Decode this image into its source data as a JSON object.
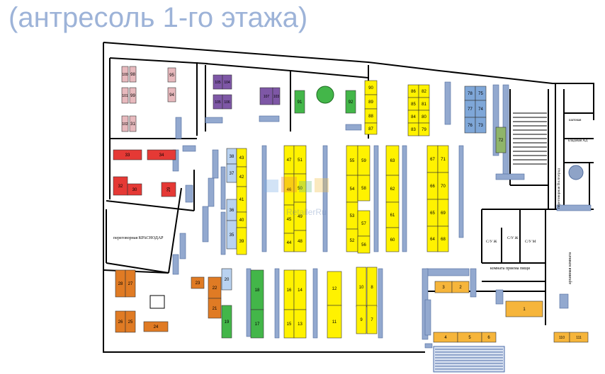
{
  "title": "(антресоль 1-го этажа)",
  "watermark": "RetailerRu",
  "colors": {
    "red": "#e53935",
    "pink": "#e7b9bd",
    "grey": "#c4c4c4",
    "purple": "#7e57a6",
    "green": "#43b649",
    "yellow": "#fff200",
    "orange": "#e07b24",
    "blue": "#7fa7d8",
    "lightblue": "#b9d2f0",
    "steel": "#8ea3c7",
    "gold": "#f6b53b",
    "olive": "#8fb56a",
    "wall": "#000000"
  },
  "rooms": {
    "krasnodar": "переговорная КРАСНОДАР",
    "volgograd": "переговорная Волгоград",
    "shtatovaya": "шатовая",
    "kladovaya": "кладовая АД",
    "su_zh": "С/У Ж",
    "su_zh2": "С/У Ж",
    "su_m": "С/У М",
    "food_room": "комната приема пищи",
    "archive": "архивная комната"
  },
  "desks": [
    {
      "label": "100",
      "color": "pink"
    },
    {
      "label": "98",
      "color": "pink"
    },
    {
      "label": "101",
      "color": "pink"
    },
    {
      "label": "99",
      "color": "pink"
    },
    {
      "label": "102",
      "color": "pink"
    },
    {
      "label": "31",
      "color": "pink"
    },
    {
      "label": "95",
      "color": "pink"
    },
    {
      "label": "94",
      "color": "pink"
    },
    {
      "label": "33",
      "color": "red"
    },
    {
      "label": "34",
      "color": "red"
    },
    {
      "label": "32",
      "color": "red"
    },
    {
      "label": "30",
      "color": "red"
    },
    {
      "label": "29",
      "color": "red"
    },
    {
      "label": "105",
      "color": "purple"
    },
    {
      "label": "104",
      "color": "purple"
    },
    {
      "label": "105",
      "color": "purple"
    },
    {
      "label": "106",
      "color": "purple"
    },
    {
      "label": "107",
      "color": "purple"
    },
    {
      "label": "103",
      "color": "purple"
    },
    {
      "label": "91",
      "color": "green"
    },
    {
      "label": "92",
      "color": "green"
    },
    {
      "label": "90",
      "color": "yellow"
    },
    {
      "label": "89",
      "color": "yellow"
    },
    {
      "label": "88",
      "color": "yellow"
    },
    {
      "label": "87",
      "color": "yellow"
    },
    {
      "label": "86",
      "color": "yellow"
    },
    {
      "label": "82",
      "color": "yellow"
    },
    {
      "label": "85",
      "color": "yellow"
    },
    {
      "label": "81",
      "color": "yellow"
    },
    {
      "label": "84",
      "color": "yellow"
    },
    {
      "label": "80",
      "color": "yellow"
    },
    {
      "label": "83",
      "color": "yellow"
    },
    {
      "label": "79",
      "color": "yellow"
    },
    {
      "label": "78",
      "color": "blue"
    },
    {
      "label": "75",
      "color": "blue"
    },
    {
      "label": "77",
      "color": "blue"
    },
    {
      "label": "74",
      "color": "blue"
    },
    {
      "label": "76",
      "color": "blue"
    },
    {
      "label": "73",
      "color": "blue"
    },
    {
      "label": "72",
      "color": "olive"
    },
    {
      "label": "38",
      "color": "lightblue"
    },
    {
      "label": "43",
      "color": "yellow"
    },
    {
      "label": "37",
      "color": "lightblue"
    },
    {
      "label": "42",
      "color": "yellow"
    },
    {
      "label": "41",
      "color": "yellow"
    },
    {
      "label": "36",
      "color": "lightblue"
    },
    {
      "label": "40",
      "color": "yellow"
    },
    {
      "label": "35",
      "color": "lightblue"
    },
    {
      "label": "39",
      "color": "yellow"
    },
    {
      "label": "47",
      "color": "yellow"
    },
    {
      "label": "51",
      "color": "yellow"
    },
    {
      "label": "46",
      "color": "yellow"
    },
    {
      "label": "50",
      "color": "yellow"
    },
    {
      "label": "45",
      "color": "yellow"
    },
    {
      "label": "49",
      "color": "yellow"
    },
    {
      "label": "44",
      "color": "yellow"
    },
    {
      "label": "48",
      "color": "yellow"
    },
    {
      "label": "55",
      "color": "yellow"
    },
    {
      "label": "59",
      "color": "yellow"
    },
    {
      "label": "54",
      "color": "yellow"
    },
    {
      "label": "58",
      "color": "yellow"
    },
    {
      "label": "53",
      "color": "yellow"
    },
    {
      "label": "57",
      "color": "yellow"
    },
    {
      "label": "52",
      "color": "yellow"
    },
    {
      "label": "56",
      "color": "yellow"
    },
    {
      "label": "63",
      "color": "yellow"
    },
    {
      "label": "62",
      "color": "yellow"
    },
    {
      "label": "61",
      "color": "yellow"
    },
    {
      "label": "60",
      "color": "yellow"
    },
    {
      "label": "67",
      "color": "yellow"
    },
    {
      "label": "71",
      "color": "yellow"
    },
    {
      "label": "66",
      "color": "yellow"
    },
    {
      "label": "70",
      "color": "yellow"
    },
    {
      "label": "65",
      "color": "yellow"
    },
    {
      "label": "69",
      "color": "yellow"
    },
    {
      "label": "64",
      "color": "yellow"
    },
    {
      "label": "68",
      "color": "yellow"
    },
    {
      "label": "28",
      "color": "orange"
    },
    {
      "label": "27",
      "color": "orange"
    },
    {
      "label": "26",
      "color": "orange"
    },
    {
      "label": "25",
      "color": "orange"
    },
    {
      "label": "24",
      "color": "orange"
    },
    {
      "label": "23",
      "color": "orange"
    },
    {
      "label": "22",
      "color": "orange"
    },
    {
      "label": "21",
      "color": "orange"
    },
    {
      "label": "20",
      "color": "lightblue"
    },
    {
      "label": "19",
      "color": "green"
    },
    {
      "label": "18",
      "color": "green"
    },
    {
      "label": "17",
      "color": "green"
    },
    {
      "label": "16",
      "color": "yellow"
    },
    {
      "label": "14",
      "color": "yellow"
    },
    {
      "label": "15",
      "color": "yellow"
    },
    {
      "label": "13",
      "color": "yellow"
    },
    {
      "label": "12",
      "color": "yellow"
    },
    {
      "label": "11",
      "color": "yellow"
    },
    {
      "label": "10",
      "color": "yellow"
    },
    {
      "label": "8",
      "color": "yellow"
    },
    {
      "label": "9",
      "color": "yellow"
    },
    {
      "label": "7",
      "color": "yellow"
    },
    {
      "label": "3",
      "color": "gold"
    },
    {
      "label": "2",
      "color": "gold"
    },
    {
      "label": "1",
      "color": "gold"
    },
    {
      "label": "4",
      "color": "gold"
    },
    {
      "label": "5",
      "color": "gold"
    },
    {
      "label": "6",
      "color": "gold"
    },
    {
      "label": "110",
      "color": "gold"
    },
    {
      "label": "111",
      "color": "gold"
    }
  ]
}
